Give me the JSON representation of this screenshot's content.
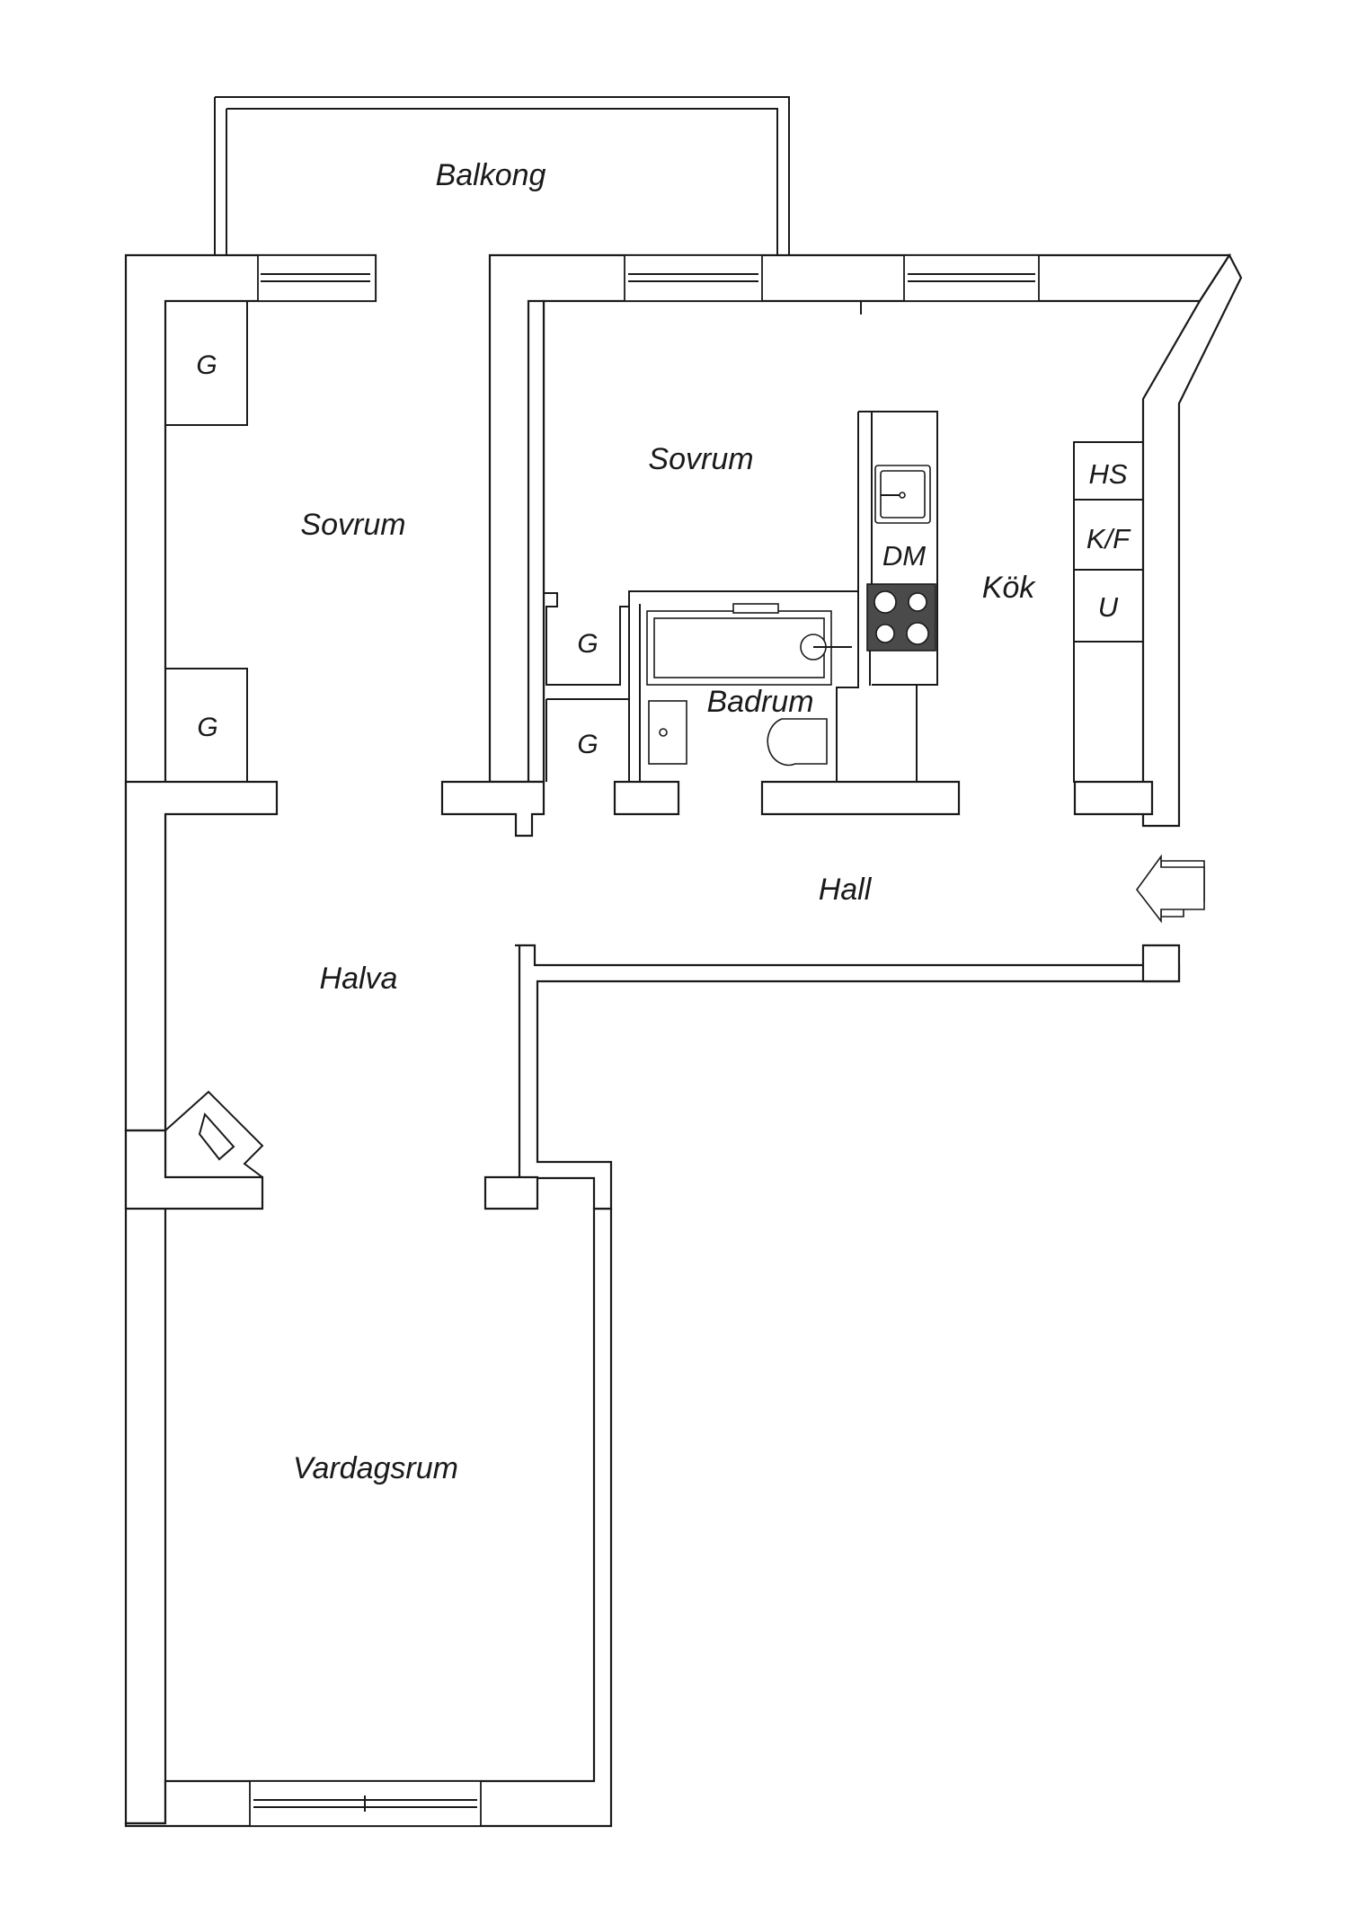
{
  "rooms": {
    "balkong": "Balkong",
    "sovrum_left": "Sovrum",
    "sovrum_center": "Sovrum",
    "kok": "Kök",
    "badrum": "Badrum",
    "hall": "Hall",
    "halva": "Halva",
    "vardagsrum": "Vardagsrum"
  },
  "closets": {
    "left_upper": "G",
    "left_lower": "G",
    "center_upper": "G",
    "center_lower": "G"
  },
  "kitchen_units": {
    "dm": "DM",
    "hs": "HS",
    "kf": "K/F",
    "u": "U"
  },
  "icons": {
    "entrance": "entrance-arrow-icon",
    "stove": "stove-icon",
    "sink": "sink-icon",
    "bathtub": "bathtub-icon",
    "toilet": "toilet-icon",
    "washbasin": "washbasin-icon"
  },
  "colors": {
    "line": "#1a1a1a",
    "background": "#ffffff",
    "stove": "#4a4a4a"
  }
}
